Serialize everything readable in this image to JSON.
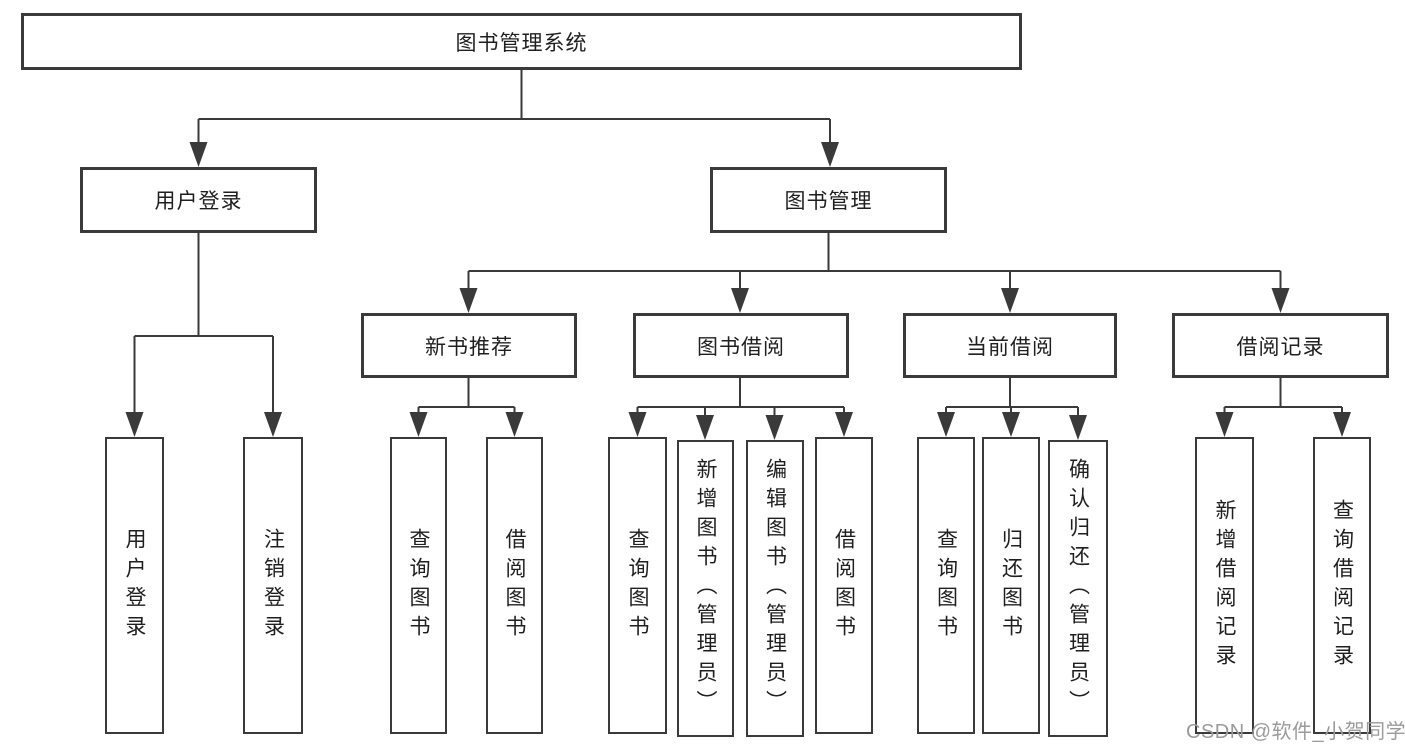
{
  "diagram_type": "hierarchy-flowchart",
  "tree": {
    "root": {
      "label": "图书管理系统",
      "children": [
        {
          "label": "用户登录",
          "children": [
            {
              "label": "用户登录"
            },
            {
              "label": "注销登录"
            }
          ]
        },
        {
          "label": "图书管理",
          "children": [
            {
              "label": "新书推荐",
              "children": [
                {
                  "label": "查询图书"
                },
                {
                  "label": "借阅图书"
                }
              ]
            },
            {
              "label": "图书借阅",
              "children": [
                {
                  "label": "查询图书"
                },
                {
                  "label": "新增图书（管理员）"
                },
                {
                  "label": "编辑图书（管理员）"
                },
                {
                  "label": "借阅图书"
                }
              ]
            },
            {
              "label": "当前借阅",
              "children": [
                {
                  "label": "查询图书"
                },
                {
                  "label": "归还图书"
                },
                {
                  "label": "确认归还（管理员）"
                }
              ]
            },
            {
              "label": "借阅记录",
              "children": [
                {
                  "label": "新增借阅记录"
                },
                {
                  "label": "查询借阅记录"
                }
              ]
            }
          ]
        }
      ]
    }
  },
  "watermark": "CSDN @软件_小贺同学",
  "colors": {
    "line": "#3a3a3a",
    "text": "#1f1f1f",
    "bg": "#ffffff",
    "watermark": "#9b9b9b"
  }
}
